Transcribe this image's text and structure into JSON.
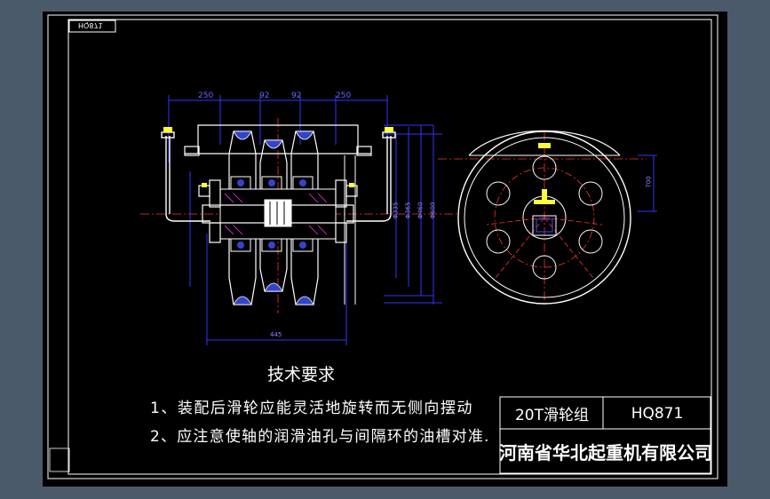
{
  "drawing": {
    "stamp_code": "HQ871",
    "dimensions": {
      "left_span": "250",
      "center_left": "92",
      "center_right": "92",
      "right_span": "250",
      "v1": "Φ335",
      "v2": "Φ365",
      "v3": "Φ460",
      "v4": "Φ600",
      "side_height": "700",
      "bottom_span": "445"
    }
  },
  "notes": {
    "title": "技术要求",
    "items": [
      "1、装配后滑轮应能灵活地旋转而无侧向摆动",
      "2、应注意使轴的润滑油孔与间隔环的油槽对准."
    ]
  },
  "title_block": {
    "part_name": "20T滑轮组",
    "drawing_no": "HQ871",
    "company": "河南省华北起重机有限公司"
  },
  "colors": {
    "background": "#000000",
    "outer": "#4a5a6a",
    "lines": "#ffffff",
    "dimensions": "#3333ff",
    "centerlines": "#ff3030",
    "hatch": "#ff33ff",
    "accent": "#ffff33"
  }
}
